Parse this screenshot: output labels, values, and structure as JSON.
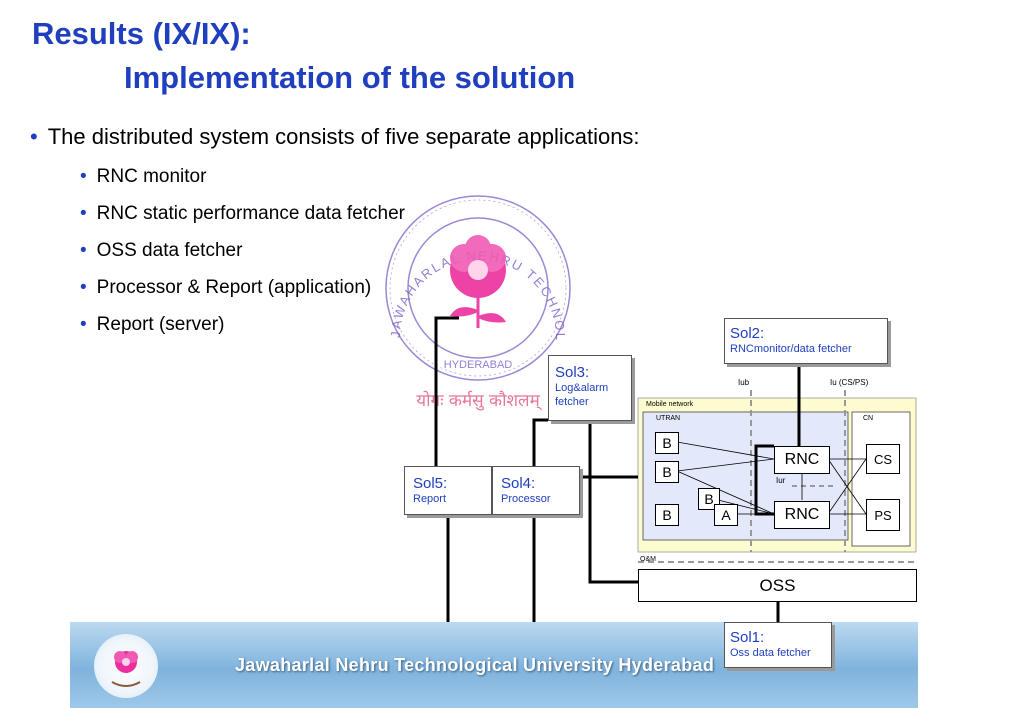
{
  "slide": {
    "title_line1": "Results (IX/IX):",
    "title_line2": "Implementation of the solution",
    "main_bullet": "The distributed system consists of five separate applications:",
    "sub_bullets": [
      "RNC monitor",
      "RNC static performance data fetcher",
      "OSS data fetcher",
      "Processor & Report (application)",
      "Report (server)"
    ]
  },
  "seal": {
    "ring_text": "JAWAHARLAL NEHRU TECHNOLOGICAL UNIVERSITY",
    "city": "HYDERABAD",
    "motto": "योगः कर्मसु कौशलम्"
  },
  "diagram": {
    "sol2": {
      "title": "Sol2:",
      "subtitle": "RNCmonitor/data fetcher"
    },
    "sol3": {
      "title": "Sol3:",
      "subtitle": "Log&alarm fetcher"
    },
    "sol5": {
      "title": "Sol5:",
      "subtitle": "Report"
    },
    "sol4": {
      "title": "Sol4:",
      "subtitle": "Processor"
    },
    "sol1": {
      "title": "Sol1:",
      "subtitle": "Oss data fetcher"
    },
    "iub": "Iub",
    "iu": "Iu (CS/PS)",
    "mobile_network": "Mobile network",
    "utran": "UTRAN",
    "cn": "CN",
    "iur": "Iur",
    "om": "O&M",
    "nodes": {
      "b": "B",
      "a": "A",
      "rnc": "RNC",
      "cs": "CS",
      "ps": "PS",
      "oss": "OSS"
    }
  },
  "footer": {
    "university": "Jawaharlal Nehru Technological University Hyderabad"
  },
  "colors": {
    "title": "#1f3fbf",
    "seal": "#7b5fc8",
    "rose": "#ec2f9e",
    "utran_bg": "#e3e8fb",
    "network_bg": "#fdfbd0"
  }
}
